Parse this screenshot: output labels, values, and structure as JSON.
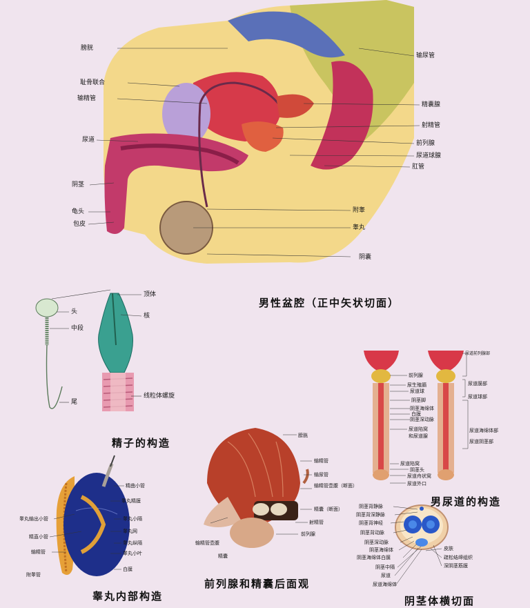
{
  "pelvis": {
    "caption": "男性盆腔（正中矢状切面）",
    "labels_left": [
      "膀胱",
      "耻骨联合",
      "输精管",
      "尿道",
      "阴茎",
      "龟头",
      "包皮"
    ],
    "labels_right": [
      "输尿管",
      "精囊腺",
      "射精管",
      "前列腺",
      "尿道球腺",
      "肛管",
      "附睾",
      "睾丸",
      "阴囊"
    ]
  },
  "sperm": {
    "caption": "精子的构造",
    "labels": [
      "头",
      "中段",
      "尾",
      "顶体",
      "核",
      "线粒体螺旋"
    ]
  },
  "urethra": {
    "caption": "男尿道的构造",
    "labels_left": [
      "前列腺",
      "尿生殖膈",
      "尿道球",
      "阴茎脚",
      "阴茎海绵体",
      "白膜",
      "阴茎深动脉",
      "尿道陷窝",
      "和尿道腺",
      "尿道陷窝",
      "阴茎头",
      "尿道舟状窝",
      "尿道外口"
    ],
    "labels_right": [
      "尿道前列腺部",
      "尿道膜部",
      "尿道球部",
      "尿道海绵体部",
      "尿道阴茎部"
    ]
  },
  "prostate_rear": {
    "caption": "前列腺和精囊后面观",
    "labels": [
      "膀胱",
      "输精管",
      "输尿管",
      "输精管壶腹（断面）",
      "精囊（断面）",
      "射精管",
      "前列腺",
      "输精管壶腹",
      "精囊"
    ]
  },
  "testis": {
    "caption": "睾丸内部构造",
    "labels_right": [
      "精曲小管",
      "睾丸精膜",
      "睾丸小隔",
      "睾丸网",
      "睾丸纵隔",
      "睾丸小叶",
      "白膜"
    ],
    "labels_left": [
      "睾丸输出小管",
      "精直小管",
      "输精管",
      "附睾管"
    ]
  },
  "penis_section": {
    "caption": "阴茎体横切面",
    "labels_left": [
      "阴茎背静脉",
      "阴茎背深静脉",
      "阴茎背神经",
      "阴茎背动脉",
      "阴茎深动脉",
      "阴茎海绵体",
      "阴茎海绵体白膜",
      "阴茎中隔",
      "尿道",
      "尿道海绵体"
    ],
    "labels_right": [
      "皮肤",
      "疏松结缔组织",
      "深阴茎筋膜"
    ]
  }
}
